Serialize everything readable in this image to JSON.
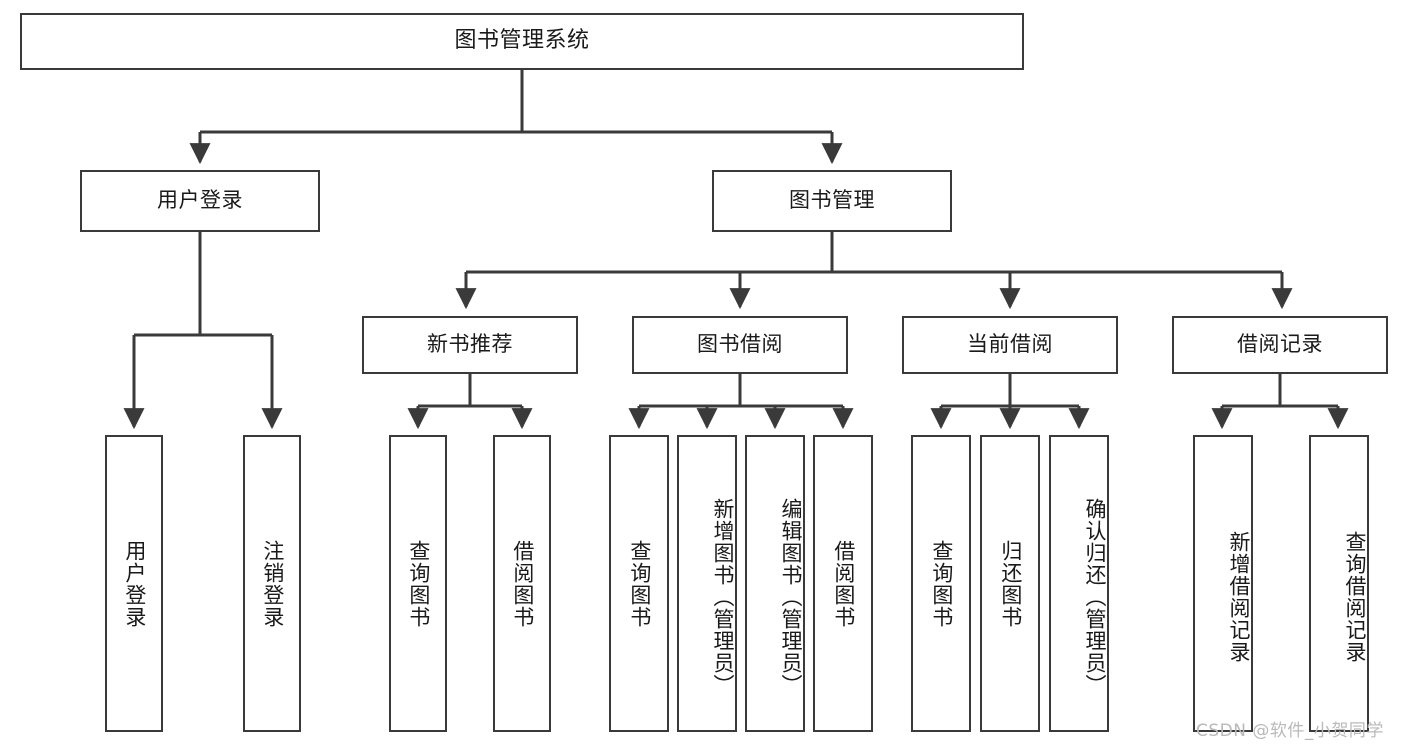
{
  "diagram": {
    "type": "tree-hierarchy-chart",
    "title": "图书管理系统",
    "watermark": "CSDN @软件_小贺同学",
    "colors": {
      "box_border": "#3a3a3a",
      "box_fill": "#ffffff",
      "connector": "#3a3a3a",
      "text": "#1a1a1a",
      "watermark": "#b9b9b9"
    },
    "root": {
      "label": "图书管理系统"
    },
    "level2": [
      {
        "label": "用户登录"
      },
      {
        "label": "图书管理"
      }
    ],
    "level3": [
      {
        "label": "新书推荐"
      },
      {
        "label": "图书借阅"
      },
      {
        "label": "当前借阅"
      },
      {
        "label": "借阅记录"
      }
    ],
    "leaves": {
      "user_login": [
        {
          "label": "用户登录"
        },
        {
          "label": "注销登录"
        }
      ],
      "new_book": [
        {
          "label": "查询图书"
        },
        {
          "label": "借阅图书"
        }
      ],
      "book_borrow": [
        {
          "label": "查询图书"
        },
        {
          "label": "新增图书（管理员）"
        },
        {
          "label": "编辑图书（管理员）"
        },
        {
          "label": "借阅图书"
        }
      ],
      "current_borrow": [
        {
          "label": "查询图书"
        },
        {
          "label": "归还图书"
        },
        {
          "label": "确认归还（管理员）"
        }
      ],
      "borrow_record": [
        {
          "label": "新增借阅记录"
        },
        {
          "label": "查询借阅记录"
        }
      ]
    }
  }
}
